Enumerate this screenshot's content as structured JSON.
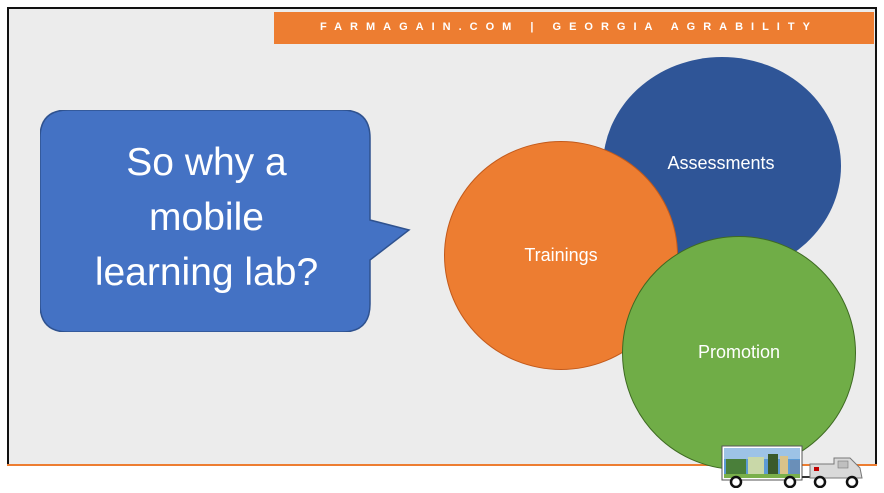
{
  "header": {
    "banner_text": "FARMAGAIN.COM  |  GEORGIA AGRABILITY"
  },
  "callout": {
    "text": "So why a\nmobile\nlearning lab?"
  },
  "circles": {
    "assessments": {
      "label": "Assessments",
      "color": "#2f5597"
    },
    "trainings": {
      "label": "Trainings",
      "color": "#ed7d31"
    },
    "promotion": {
      "label": "Promotion",
      "color": "#70ad47"
    }
  },
  "colors": {
    "accent_orange": "#ed7d31",
    "callout_blue": "#4472c4",
    "slide_background": "#ececec"
  },
  "logo": {
    "icon": "truck-trailer-icon"
  }
}
